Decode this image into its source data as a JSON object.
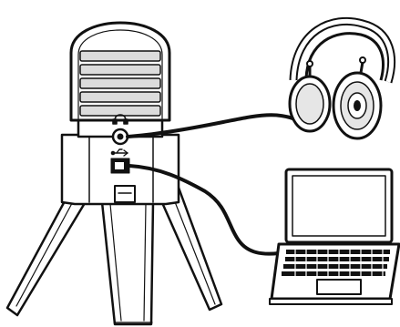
{
  "diagram": {
    "components": [
      {
        "id": "microphone",
        "icon": "usb-microphone"
      },
      {
        "id": "headphones",
        "icon": "over-ear-headphones"
      },
      {
        "id": "laptop",
        "icon": "laptop-computer"
      }
    ],
    "ports": [
      {
        "id": "headphone-jack",
        "icon": "headphone-glyph"
      },
      {
        "id": "usb-port",
        "icon": "usb-glyph"
      }
    ],
    "connections": [
      {
        "from": "headphone-jack",
        "to": "headphones",
        "style": "cable"
      },
      {
        "from": "usb-port",
        "to": "laptop",
        "style": "cable"
      }
    ],
    "colors": {
      "stroke": "#111111",
      "fill": "#ffffff",
      "grille": "#dcdcdc"
    }
  }
}
